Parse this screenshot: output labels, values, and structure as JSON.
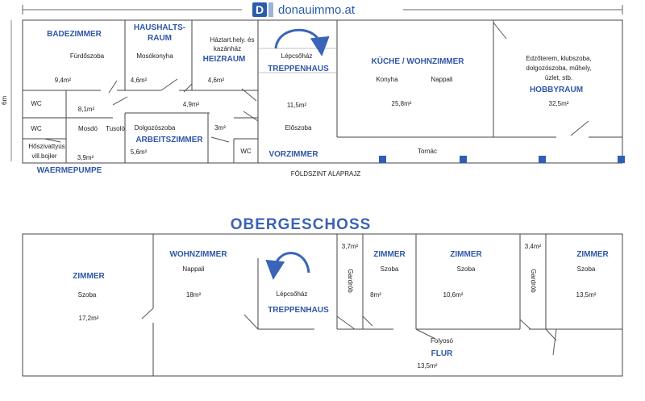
{
  "brand": {
    "name": "donauimmo.at",
    "logo_letter": "D"
  },
  "colors": {
    "accent": "#2f57a7",
    "wall": "#444444",
    "pillar": "#2e5fb5"
  },
  "ground_floor": {
    "dimension_label": "6m",
    "plan_title": "FÖLDSZINT ALAPRAJZ",
    "rooms": {
      "badezimmer": {
        "de": "BADEZIMMER",
        "hu": "Fürdőszoba",
        "area": "9,4m²"
      },
      "haushaltsraum": {
        "de1": "HAUSHALTS-",
        "de2": "RAUM",
        "hu": "Mosókonyha",
        "area": "4,6m²"
      },
      "heizraum": {
        "de": "HEIZRAUM",
        "hu1": "Háztart.hely. és",
        "hu2": "kazánház",
        "area": "4,6m²"
      },
      "treppenhaus": {
        "de": "TREPPENHAUS",
        "hu": "Lépcsőház"
      },
      "kueche": {
        "de": "KÜCHE / WOHNZIMMER",
        "hu1": "Konyha",
        "hu2": "Nappali",
        "area": "25,8m²"
      },
      "hobbyraum": {
        "de": "HOBBYRAUM",
        "hu1": "Edzőterem, klubszoba,",
        "hu2": "dolgozószoba, műhely,",
        "hu3": "üzlet, stb.",
        "area": "32,5m²"
      },
      "wc1": {
        "label": "WC"
      },
      "corridor1": {
        "area": "8,1m²"
      },
      "corridor2": {
        "area": "4,9m²"
      },
      "vorzimmer": {
        "de": "VORZIMMER",
        "hu": "Előszoba",
        "area": "11,5m²"
      },
      "wc2": {
        "label": "WC",
        "hu1": "Mosdó",
        "hu2": "Tusoló"
      },
      "arbeitszimmer": {
        "de": "ARBEITSZIMMER",
        "hu": "Dolgozószoba",
        "area": "5,6m²"
      },
      "small_wc": {
        "area": "3m²",
        "label": "WC"
      },
      "waermepumpe": {
        "de": "WAERMEPUMPE",
        "hu1": "Hőszivattyús",
        "hu2": "vill.bojler",
        "area": "3,9m²"
      },
      "terrace": {
        "hu": "Tornác"
      }
    }
  },
  "upper_floor": {
    "title": "OBERGESCHOSS",
    "rooms": {
      "zimmer1": {
        "de": "ZIMMER",
        "hu": "Szoba",
        "area": "17,2m²"
      },
      "wohnzimmer": {
        "de": "WOHNZIMMER",
        "hu": "Nappali",
        "area": "18m²"
      },
      "treppenhaus": {
        "de": "TREPPENHAUS",
        "hu": "Lépcsőház"
      },
      "garderobe1": {
        "hu": "Gardrób",
        "area": "3,7m²"
      },
      "zimmer2": {
        "de": "ZIMMER",
        "hu": "Szoba",
        "area": "8m²"
      },
      "zimmer3": {
        "de": "ZIMMER",
        "hu": "Szoba",
        "area": "10,6m²"
      },
      "garderobe2": {
        "hu": "Gardrób",
        "area": "3,4m²"
      },
      "zimmer4": {
        "de": "ZIMMER",
        "hu": "Szoba",
        "area": "13,5m²"
      },
      "flur": {
        "de": "FLUR",
        "hu": "Folyosó",
        "area": "13,5m²"
      }
    }
  }
}
